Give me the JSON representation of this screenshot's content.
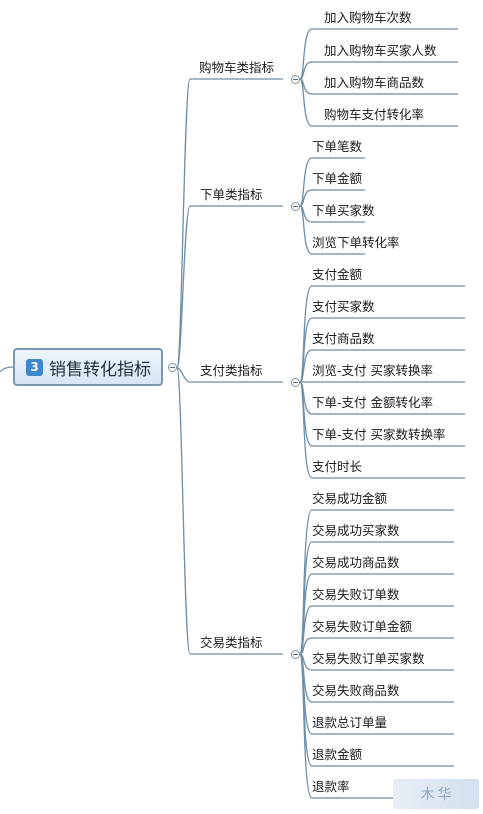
{
  "root": {
    "badge": "3",
    "label": "销售转化指标"
  },
  "categories": [
    {
      "label": "购物车类指标",
      "items": [
        "加入购物车次数",
        "加入购物车买家人数",
        "加入购物车商品数",
        "购物车支付转化率"
      ]
    },
    {
      "label": "下单类指标",
      "items": [
        "下单笔数",
        "下单金额",
        "下单买家数",
        "浏览下单转化率"
      ]
    },
    {
      "label": "支付类指标",
      "items": [
        "支付金额",
        "支付买家数",
        "支付商品数",
        "浏览-支付 买家转换率",
        "下单-支付 金额转化率",
        "下单-支付 买家数转换率",
        "支付时长"
      ]
    },
    {
      "label": "交易类指标",
      "items": [
        "交易成功金额",
        "交易成功买家数",
        "交易成功商品数",
        "交易失败订单数",
        "交易失败订单金额",
        "交易失败订单买家数",
        "交易失败商品数",
        "退款总订单量",
        "退款金额",
        "退款率"
      ]
    }
  ],
  "colors": {
    "line": "#6f8ea8",
    "root_border": "#7b98b3",
    "badge": "#3e87cc"
  },
  "watermark_chars": [
    "木",
    "华"
  ]
}
